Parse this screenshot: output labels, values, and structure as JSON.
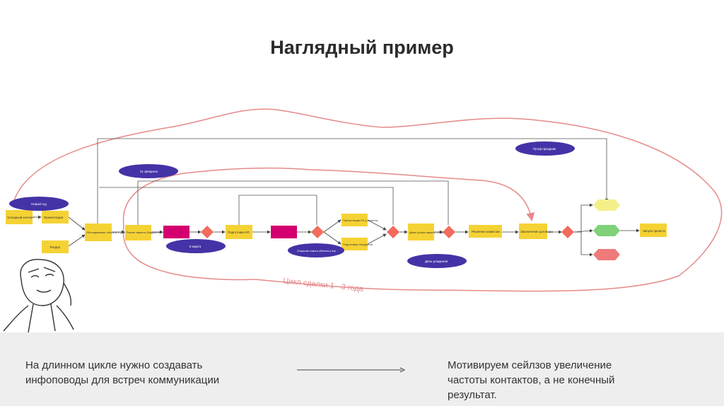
{
  "slide": {
    "title": "Наглядный пример"
  },
  "diagram": {
    "cycle_label": "Цикл сделки 1 - 3 года",
    "nodes": {
      "cold_contact": "Холодный контакт",
      "presentation": "Презентация",
      "tender": "Тендер",
      "survey": "Обследование объекта и уточнение ТЗ",
      "calc": "Расчет вашего (бюджетного) проекта",
      "kp": "Подготовка КП",
      "kp_presentation": "Презентация КП у клиента",
      "tender_prep": "Подготовка тендерной",
      "demo": "Демо (показ нашего объекта)",
      "committee": "Решение комиссии",
      "contract": "Заключение договора",
      "launch": "Запуск проекта"
    },
    "events": {
      "new_year": "Новый год",
      "feb21": "21 февраля",
      "march8": "8 марта",
      "opening": "Открытие нового объекта у нас",
      "birthday": "День рождения",
      "prof_holiday": "Проф.праздник"
    },
    "colors": {
      "yellow": "#f5d234",
      "magenta": "#d4006f",
      "diamond": "#f26b5b",
      "event": "#4433a6",
      "loop": "#e58a8a",
      "hex_yellow": "#f3f08a",
      "hex_green": "#7fd17a",
      "hex_red": "#ee7a7a"
    }
  },
  "bottom": {
    "left_text": "На длинном цикле нужно создавать инфоповоды для встреч коммуникации",
    "right_text": "Мотивируем сейлзов увеличение частоты контактов, а не конечный результат."
  }
}
